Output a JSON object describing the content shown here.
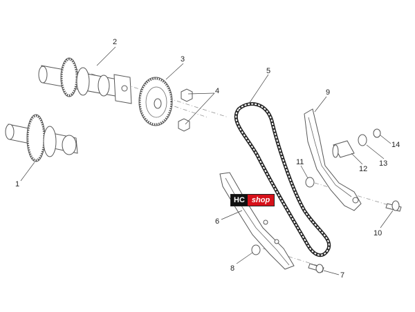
{
  "diagram": {
    "callouts": [
      {
        "id": 1,
        "label": "1"
      },
      {
        "id": 2,
        "label": "2"
      },
      {
        "id": 3,
        "label": "3"
      },
      {
        "id": 4,
        "label": "4"
      },
      {
        "id": 5,
        "label": "5"
      },
      {
        "id": 6,
        "label": "6"
      },
      {
        "id": 7,
        "label": "7"
      },
      {
        "id": 8,
        "label": "8"
      },
      {
        "id": 9,
        "label": "9"
      },
      {
        "id": 10,
        "label": "10"
      },
      {
        "id": 11,
        "label": "11"
      },
      {
        "id": 12,
        "label": "12"
      },
      {
        "id": 13,
        "label": "13"
      },
      {
        "id": 14,
        "label": "14"
      }
    ]
  },
  "watermark": {
    "brand_left": "HC",
    "brand_right": "shop",
    "colors": {
      "left_bg": "#111111",
      "right_bg": "#d6111a",
      "text": "#ffffff"
    }
  }
}
